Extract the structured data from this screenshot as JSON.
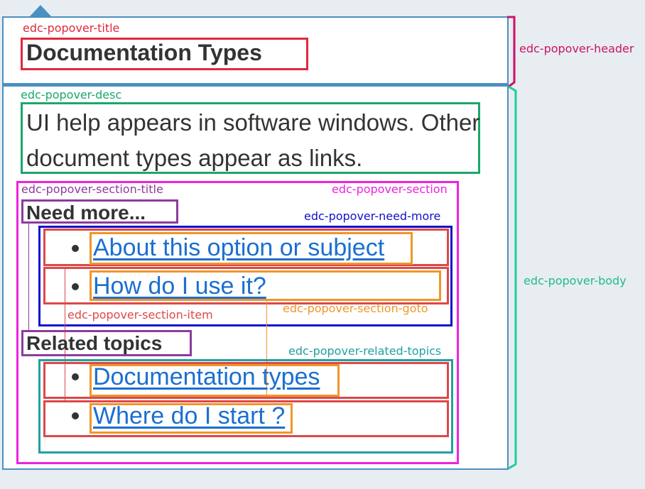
{
  "popover": {
    "title": "Documentation Types",
    "description_line1": "UI help appears in software windows. Other",
    "description_line2": "document types appear as links.",
    "need_more": {
      "title": "Need more...",
      "items": [
        "About this option or subject",
        "How do I use it?"
      ]
    },
    "related_topics": {
      "title": "Related topics",
      "items": [
        "Documentation types",
        "Where do I start ?"
      ]
    }
  },
  "annotations": {
    "title": "edc-popover-title",
    "header": "edc-popover-header",
    "desc": "edc-popover-desc",
    "section_title": "edc-popover-section-title",
    "section": "edc-popover-section",
    "need_more": "edc-popover-need-more",
    "section_item": "edc-popover-section-item",
    "section_goto": "edc-popover-section-goto",
    "related_topics": "edc-popover-related-topics",
    "body": "edc-popover-body"
  },
  "colors": {
    "header": "#4a90c0",
    "title": "#e0283c",
    "desc": "#1aa86a",
    "section": "#ee22dd",
    "section_title": "#8e3a9c",
    "need_more": "#1111cc",
    "item": "#dd4848",
    "goto": "#f0962a",
    "related": "#22a0a0",
    "body_brace": "#22cc99",
    "header_brace": "#cc1166",
    "link": "#1a6fd0"
  }
}
